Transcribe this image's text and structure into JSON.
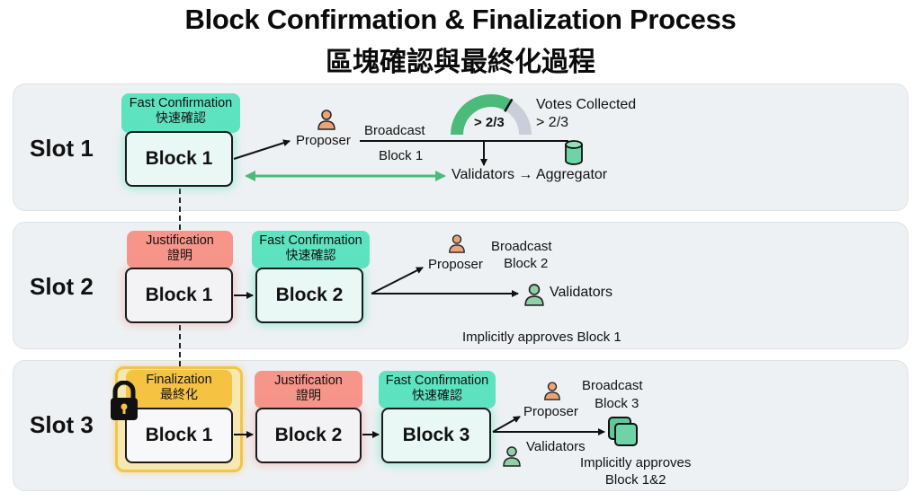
{
  "title": {
    "en": "Block Confirmation & Finalization Process",
    "zh": "區塊確認與最終化過程"
  },
  "colors": {
    "fast_confirmation": "#5ee3c1",
    "justification": "#f7958a",
    "finalization": "#f5c242",
    "proposer": "#eba37a",
    "validator": "#8fd0a6",
    "vote_gauge": "#4cbb7a",
    "panel": "#eef1f4"
  },
  "badges": {
    "fast": {
      "en": "Fast Confirmation",
      "zh": "快速確認"
    },
    "just": {
      "en": "Justification",
      "zh": "證明"
    },
    "final": {
      "en": "Finalization",
      "zh": "最終化"
    }
  },
  "slots": [
    {
      "label": "Slot 1",
      "blocks": [
        "Block 1"
      ],
      "proposer": "Proposer",
      "broadcast": "Broadcast",
      "broadcast_block": "Block 1",
      "gauge_label": "> 2/3",
      "gauge_fraction": 0.67,
      "votes_collected": "Votes Collected",
      "votes_threshold": "> 2/3",
      "flow": "Validators → Aggregator"
    },
    {
      "label": "Slot 2",
      "blocks": [
        "Block 1",
        "Block 2"
      ],
      "proposer": "Proposer",
      "broadcast": "Broadcast",
      "broadcast_block": "Block 2",
      "validators": "Validators",
      "note": "Implicitly approves Block 1"
    },
    {
      "label": "Slot 3",
      "blocks": [
        "Block 1",
        "Block 2",
        "Block 3"
      ],
      "proposer": "Proposer",
      "broadcast": "Broadcast",
      "broadcast_block": "Block 3",
      "validators": "Validators",
      "note_line1": "Implicitly approves",
      "note_line2": "Block 1&2"
    }
  ],
  "icons": {
    "person": "person-icon",
    "lock": "lock-icon",
    "database": "database-icon",
    "stacked_blocks": "stacked-blocks-icon",
    "gauge": "gauge-icon"
  }
}
